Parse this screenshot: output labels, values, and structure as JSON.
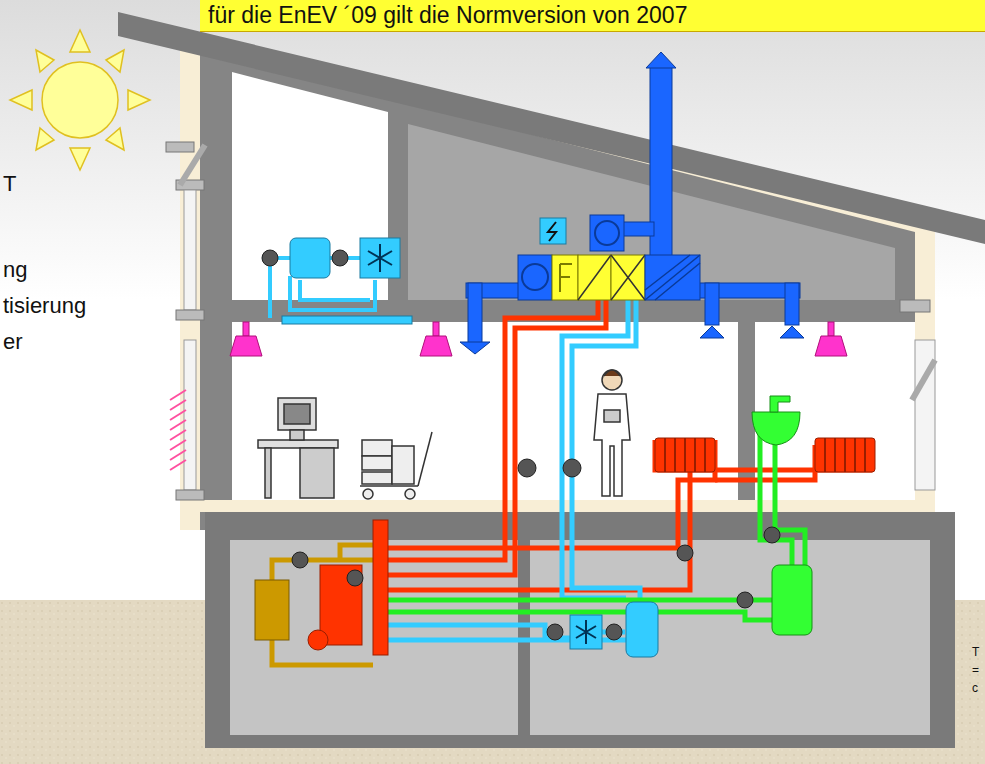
{
  "diagram": {
    "nodes": [
      {
        "text": [
          "für die EnEV ´09 gilt die Normversion von 2007"
        ]
      }
    ],
    "labels": [
      "T",
      "ng",
      "tisierung",
      "er",
      "T",
      "=",
      "c"
    ]
  }
}
